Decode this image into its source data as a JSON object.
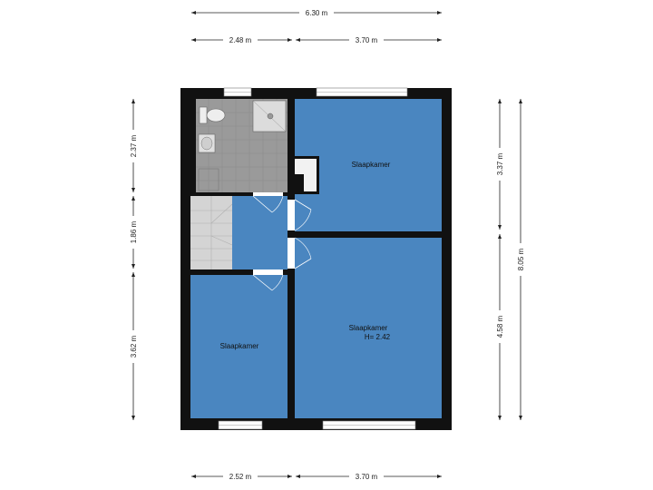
{
  "dimensions": {
    "top_total": "6.30 m",
    "top_left": "2.48 m",
    "top_right": "3.70 m",
    "bottom_left": "2.52 m",
    "bottom_right": "3.70 m",
    "left_top": "2.37 m",
    "left_middle": "1.86 m",
    "left_bottom": "3.62 m",
    "right_top": "3.37 m",
    "right_bottom": "4.58 m",
    "right_total": "8.05 m"
  },
  "rooms": {
    "bedroom_top_right": {
      "label": "Slaapkamer"
    },
    "bedroom_bottom_right": {
      "label": "Slaapkamer",
      "height": "H= 2.42"
    },
    "bedroom_bottom_left": {
      "label": "Slaapkamer"
    }
  },
  "colors": {
    "room_blue": "#4a86c0",
    "wall": "#111111",
    "bathroom": "#9a9a9a",
    "stairs": "#d4d4d4"
  }
}
